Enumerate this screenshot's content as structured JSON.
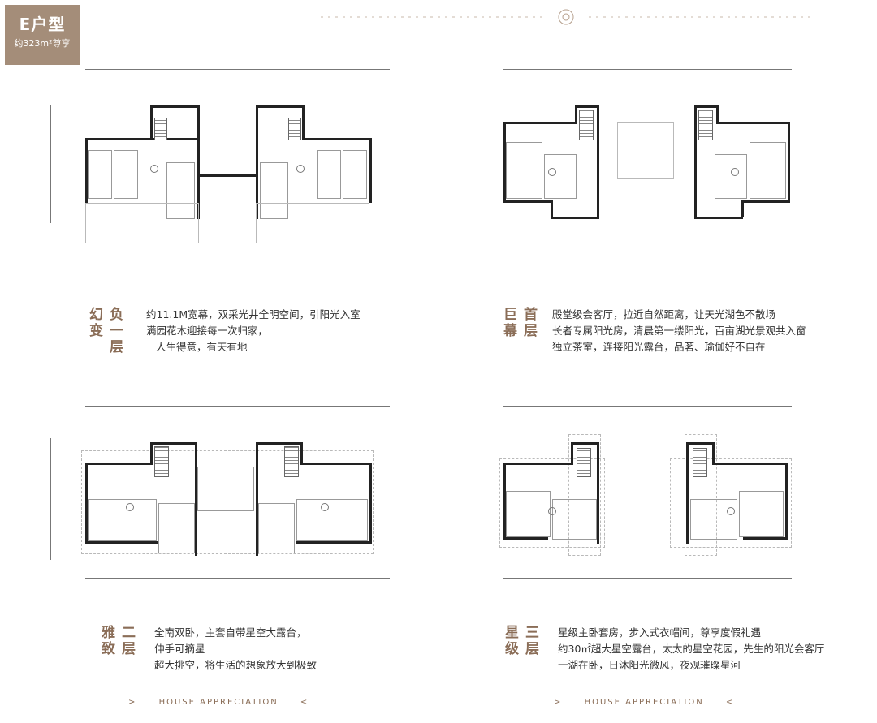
{
  "badge": {
    "title": "E户型",
    "area": "约323m²尊享"
  },
  "floors": [
    {
      "title_a": "负一层",
      "title_b": "幻变",
      "lines": [
        "约11.1M宽幕，双采光井全明空间，引阳光入室",
        "满园花木迎接每一次归家，",
        "人生得意，有天有地"
      ]
    },
    {
      "title_a": "首层",
      "title_b": "巨幕",
      "lines": [
        "殿堂级会客厅，拉近自然距离，让天光湖色不散场",
        "长者专属阳光房，清晨第一缕阳光，百亩湖光景观共入窗",
        "独立茶室，连接阳光露台，品茗、瑜伽好不自在"
      ]
    },
    {
      "title_a": "二层",
      "title_b": "雅致",
      "lines": [
        "全南双卧，主套自带星空大露台，",
        "伸手可摘星",
        "超大挑空，将生活的想象放大到极致"
      ]
    },
    {
      "title_a": "三层",
      "title_b": "星级",
      "lines": [
        "星级主卧套房，步入式衣帽间，尊享度假礼遇",
        "约30㎡超大星空露台，太太的星空花园，先生的阳光会客厅",
        "一湖在卧，日沐阳光微风，夜观璀璨星河"
      ]
    }
  ],
  "footer": {
    "left": "HOUSE APPRECIATION",
    "right": "HOUSE APPRECIATION",
    "open": ">",
    "close": "<"
  },
  "colors": {
    "accent": "#8a6d57",
    "badge": "#a48d79"
  }
}
